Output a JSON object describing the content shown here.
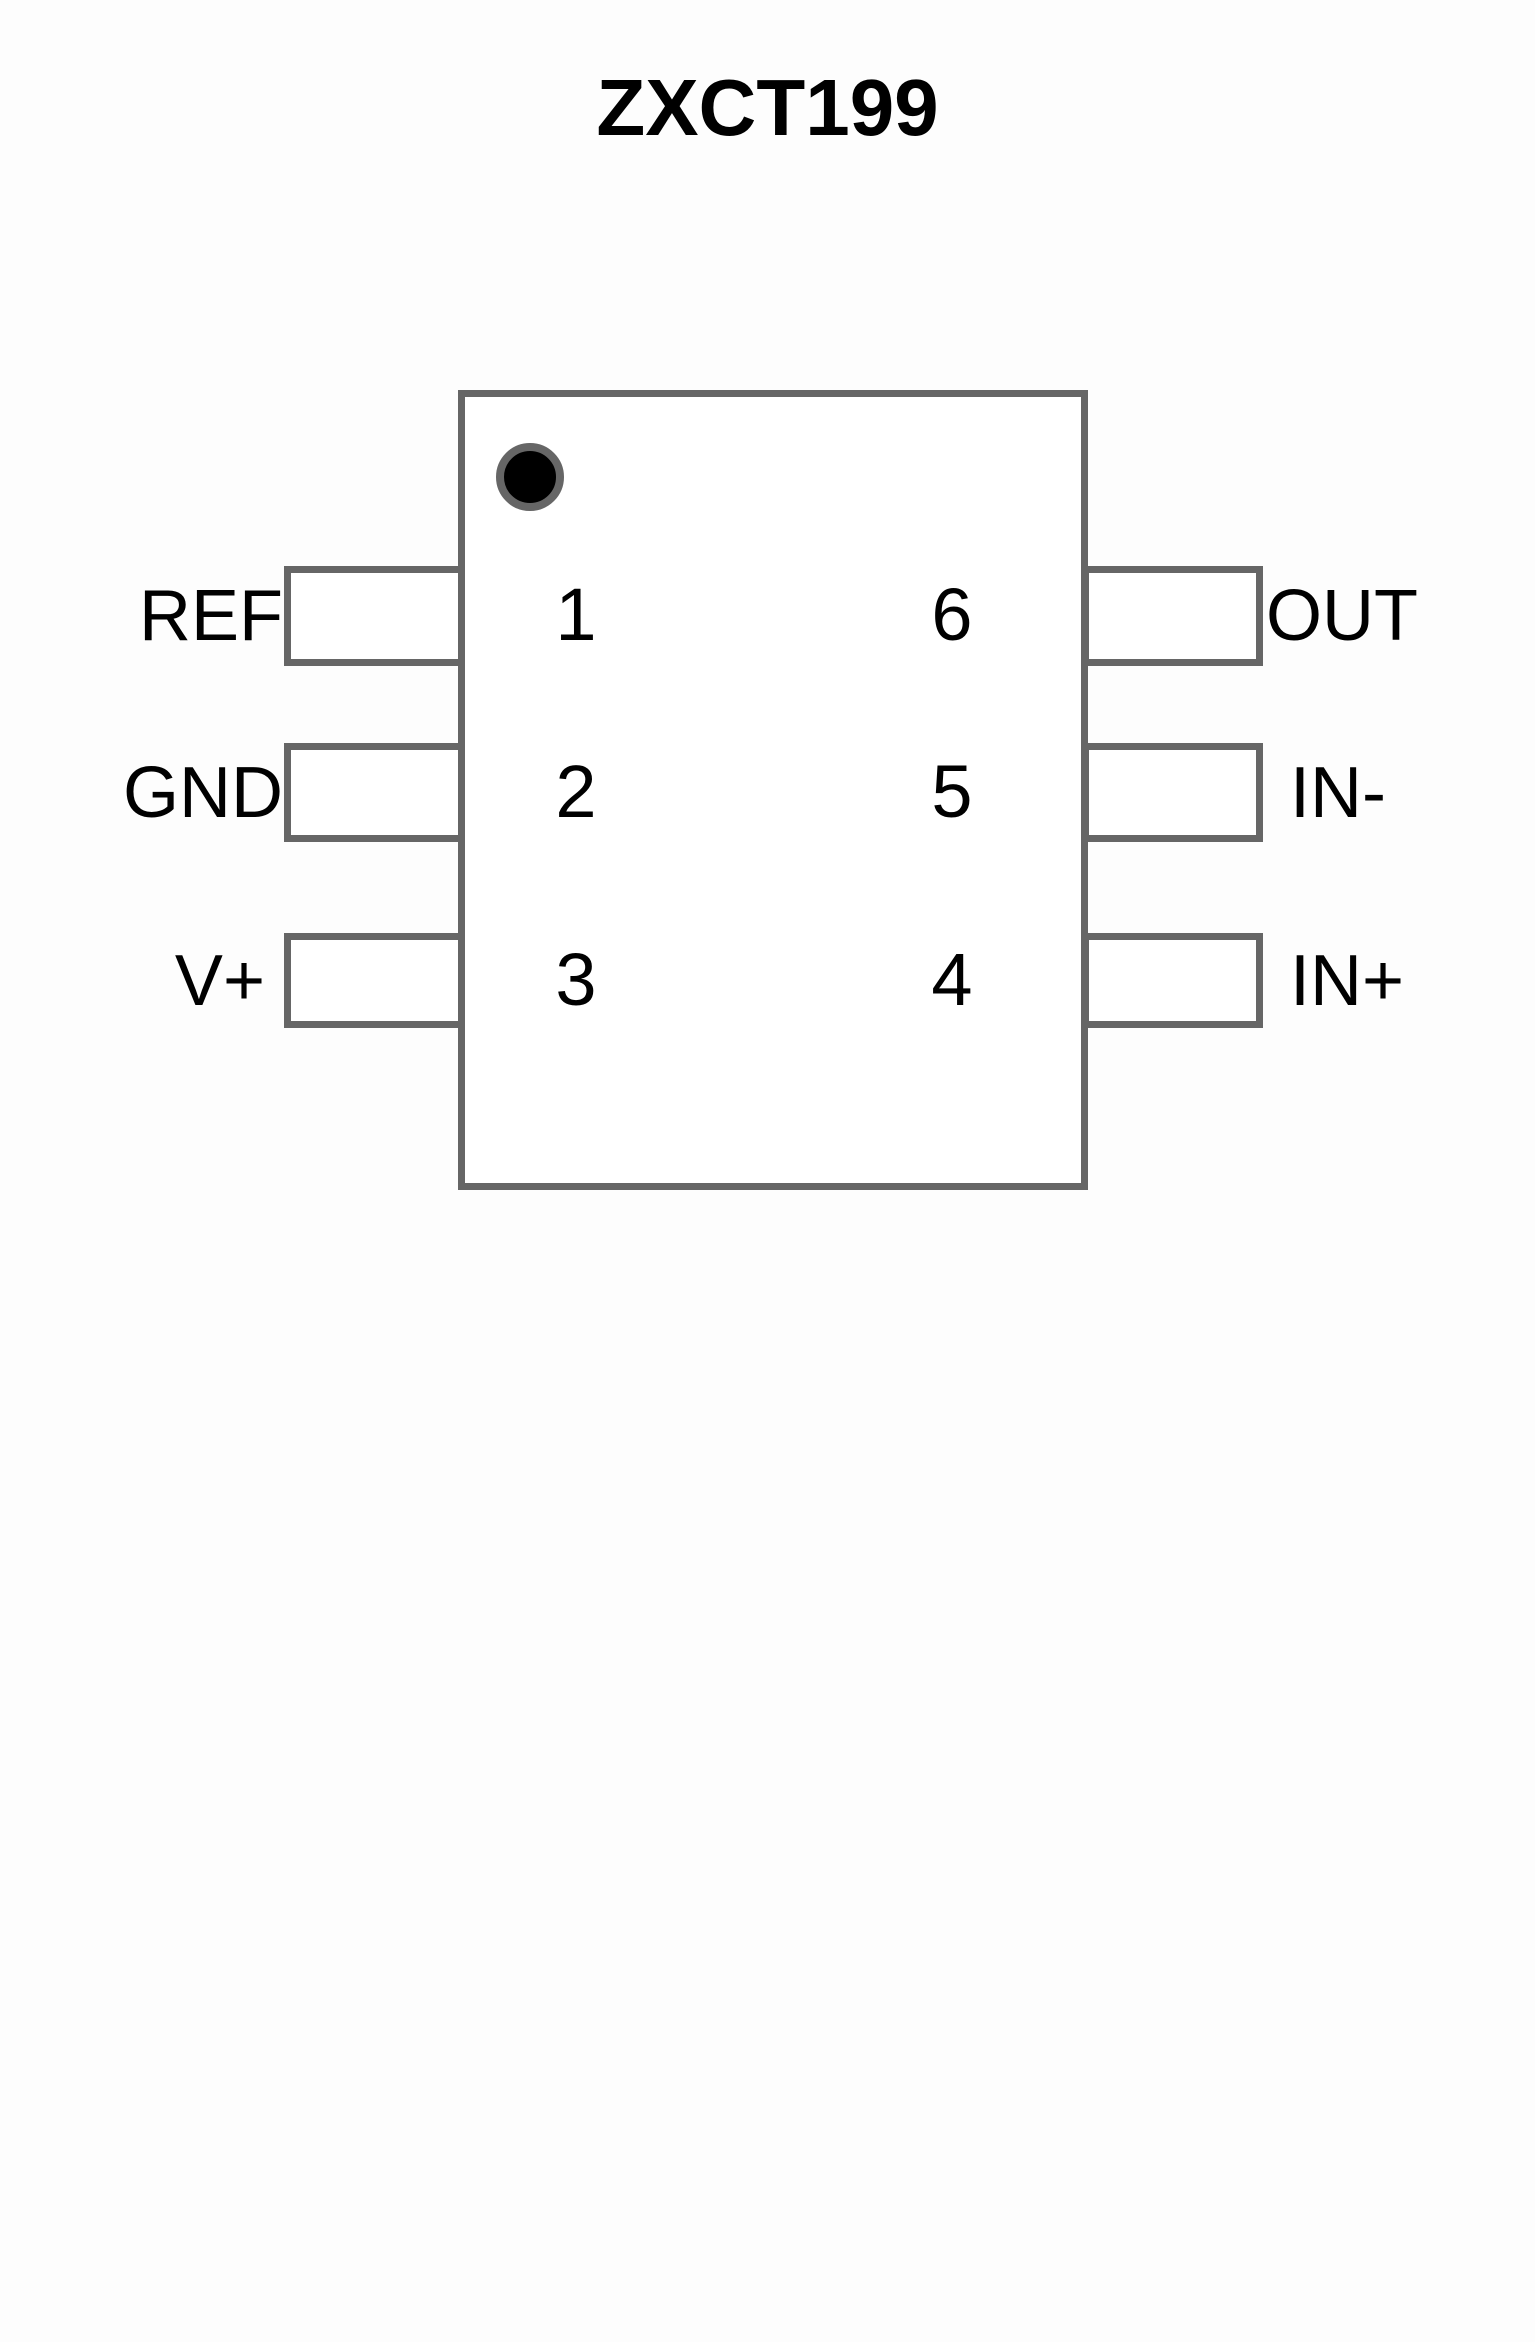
{
  "title": "ZXCT199",
  "package": {
    "pin_count": 6,
    "pin1_marker": "pin1-dot"
  },
  "colors": {
    "outline": "#666666",
    "text": "#000000",
    "body_fill": "#ffffff",
    "background": "#fdfdfd",
    "pin1_dot_fill": "#000000"
  },
  "pins": {
    "left": [
      {
        "number": "1",
        "label": "REF"
      },
      {
        "number": "2",
        "label": "GND"
      },
      {
        "number": "3",
        "label": "V+"
      }
    ],
    "right": [
      {
        "number": "6",
        "label": "OUT"
      },
      {
        "number": "5",
        "label": "IN-"
      },
      {
        "number": "4",
        "label": "IN+"
      }
    ]
  }
}
